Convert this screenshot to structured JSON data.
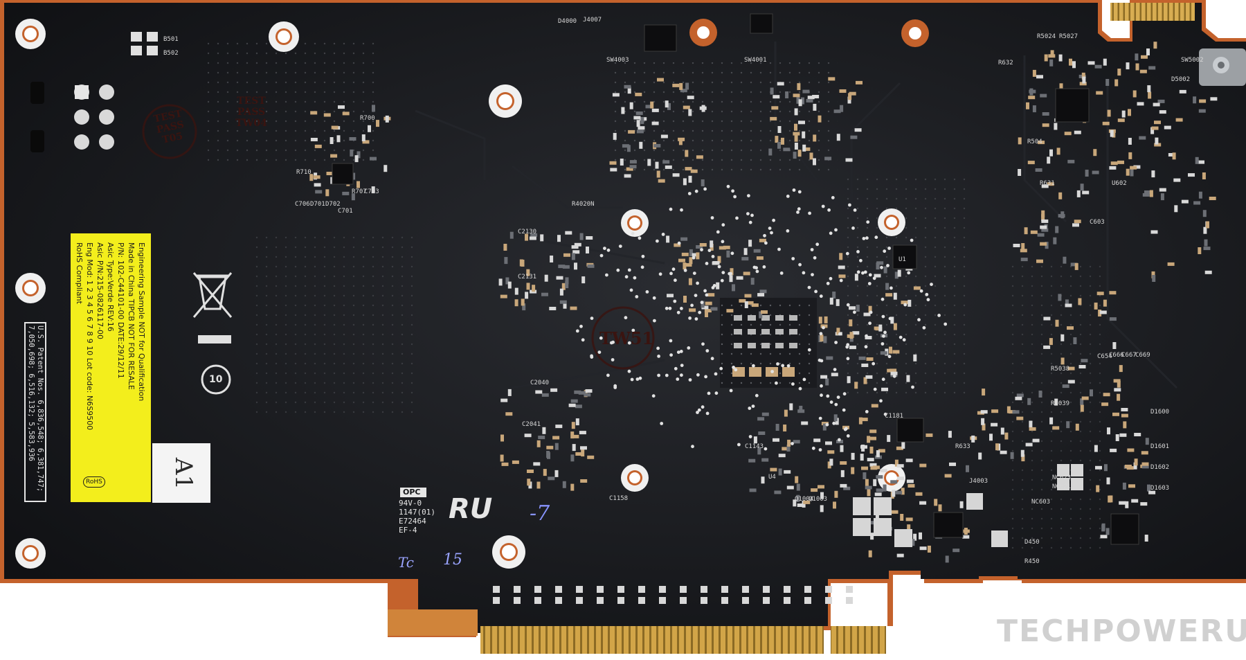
{
  "colors": {
    "pcb": "#141518",
    "pcb_edge": "#c4622c",
    "gold": "#c79a3a",
    "sticker_yellow": "#f3ee1c",
    "white_tag": "#f4f4f4",
    "stamp_ink": "#3a1410"
  },
  "labels": {
    "top": [
      "D4000",
      "J4007",
      "SW4003",
      "SW4001"
    ],
    "left_top": [
      "B501",
      "B502"
    ],
    "left_mid": [
      "R700",
      "R710",
      "R707",
      "C703",
      "C706",
      "D701",
      "D702",
      "C701"
    ],
    "right_top": [
      "R5024",
      "R5027",
      "R632",
      "SW5002",
      "D5002",
      "R504",
      "R631",
      "U602"
    ],
    "right_mid": [
      "C603",
      "C654",
      "C666",
      "C667",
      "C669",
      "R5038",
      "R5039"
    ],
    "center": [
      "R4020N",
      "C2130",
      "C2131",
      "C2040",
      "C2041",
      "C1143",
      "U1",
      "C1158",
      "C1181",
      "U4"
    ],
    "bottom": [
      "Q1004",
      "Q1003",
      "J4003",
      "D450",
      "R450",
      "NC623",
      "NC621",
      "NC603",
      "R633",
      "D1600",
      "D1601",
      "D1602",
      "D1603"
    ]
  },
  "stamps": {
    "test1": "TEST PASS T05",
    "test2": "TEST PASS TW04",
    "tw51": "TW51"
  },
  "sticker": {
    "lines": [
      "Engineering Sample NOT for Qualification",
      "Made in China TIPCB NOT FOR RESALE",
      "P/N: 102-C44101-00           DATE:29/12/11",
      "Asic Type:Verde        REV:16",
      "Asic P/N:215-0826117-00",
      "Eng Mod: 1 2 3 4 5 6 7 8 9 10 Lot code: N6S9500",
      "RoHS Compliant"
    ],
    "rohs_mark": "RoHS"
  },
  "patent": {
    "line1": "U.S. Patent Nos. 6,836,548; 6,381,747;",
    "line2": "7,050,698; 6,516,132; 5,583,936"
  },
  "tag": {
    "text": "A1"
  },
  "ul_mark": {
    "opc": "OPC",
    "lines": [
      "94V-0",
      "1147(01)",
      "E72464",
      "EF-4"
    ]
  },
  "handwriting": {
    "text": "15",
    "prefix": "Tc",
    "scribble": "-7"
  },
  "watermark": {
    "text": "TECHPOWERUP"
  },
  "recycle_mark": {
    "text": "10"
  }
}
